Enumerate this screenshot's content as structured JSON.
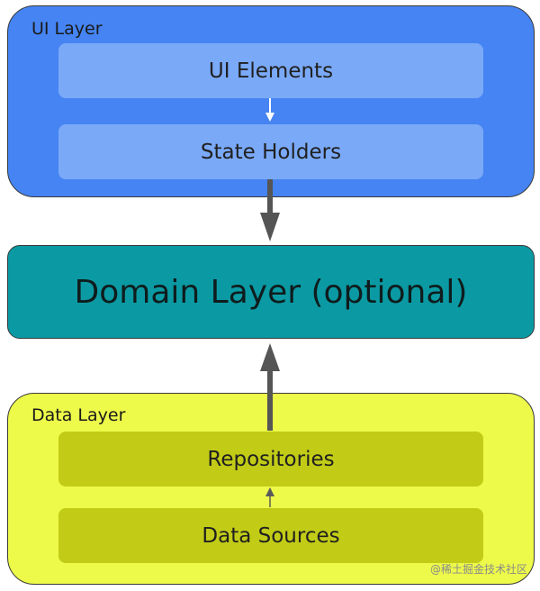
{
  "ui_layer": {
    "label": "UI Layer",
    "items": [
      "UI Elements",
      "State Holders"
    ]
  },
  "domain_layer": {
    "label": "Domain Layer (optional)"
  },
  "data_layer": {
    "label": "Data Layer",
    "items": [
      "Repositories",
      "Data Sources"
    ]
  },
  "watermark": "@稀土掘金技术社区",
  "colors": {
    "ui_layer_bg": "#4584f2",
    "ui_item_bg": "#7aa9f7",
    "domain_layer_bg": "#0b9aa3",
    "data_layer_bg": "#edfa4a",
    "data_item_bg": "#c2cc17",
    "arrow": "#555555"
  }
}
